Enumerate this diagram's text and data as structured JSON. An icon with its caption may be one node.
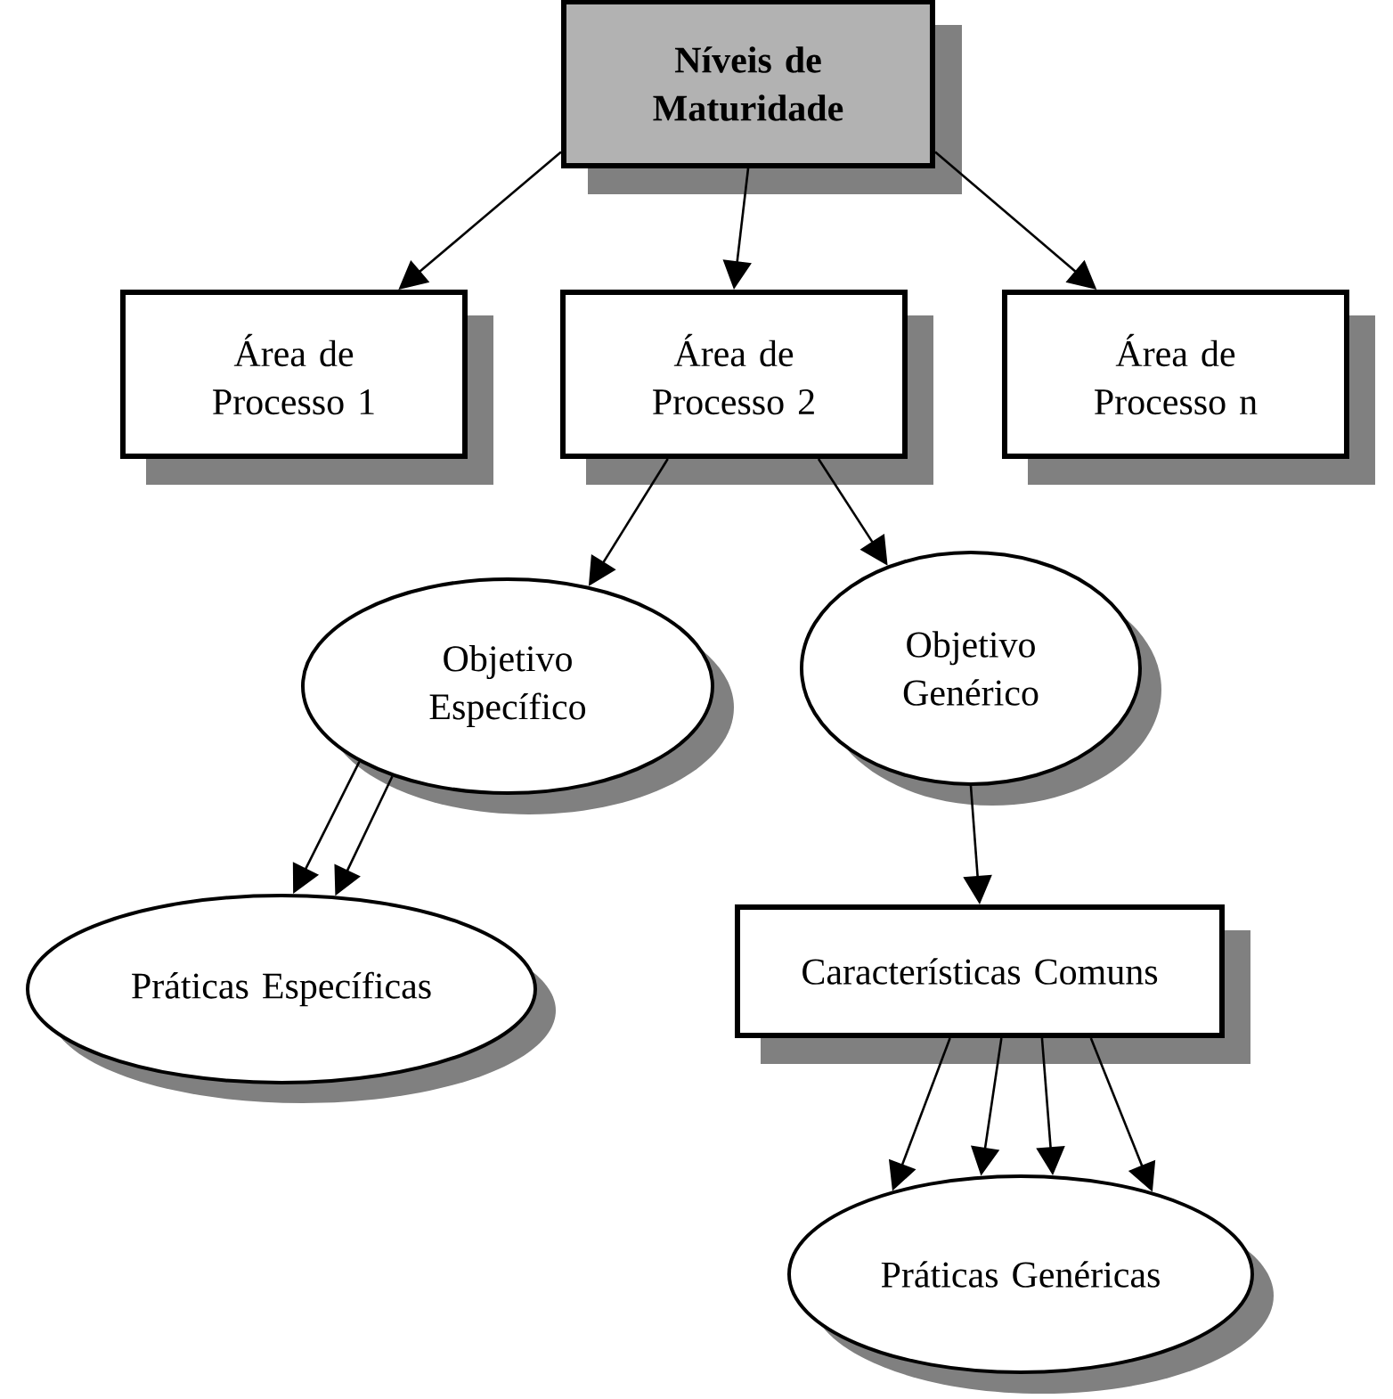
{
  "diagram": {
    "nodes": [
      {
        "text": [
          "Níveis de Maturidade"
        ]
      },
      {
        "text": [
          "Área de Processo 1"
        ]
      },
      {
        "text": [
          "Área de Processo 2"
        ]
      },
      {
        "text": [
          "Área de Processo n"
        ]
      },
      {
        "text": [
          "Objetivo Específico"
        ]
      },
      {
        "text": [
          "Objetivo Genérico"
        ]
      },
      {
        "text": [
          "Práticas Específicas"
        ]
      },
      {
        "text": [
          "Características Comuns"
        ]
      },
      {
        "text": [
          "Práticas Genéricas"
        ]
      }
    ],
    "edges": [
      {
        "from": 0,
        "to": 1,
        "arrow": "to"
      },
      {
        "from": 0,
        "to": 2,
        "arrow": "to"
      },
      {
        "from": 0,
        "to": 3,
        "arrow": "to"
      },
      {
        "from": 2,
        "to": 4,
        "arrow": "to"
      },
      {
        "from": 2,
        "to": 5,
        "arrow": "to"
      },
      {
        "from": 4,
        "to": 6,
        "arrow": "to"
      },
      {
        "from": 4,
        "to": 6,
        "arrow": "to"
      },
      {
        "from": 5,
        "to": 7,
        "arrow": "to"
      },
      {
        "from": 7,
        "to": 8,
        "arrow": "to"
      },
      {
        "from": 7,
        "to": 8,
        "arrow": "to"
      },
      {
        "from": 7,
        "to": 8,
        "arrow": "to"
      },
      {
        "from": 7,
        "to": 8,
        "arrow": "to"
      }
    ]
  }
}
